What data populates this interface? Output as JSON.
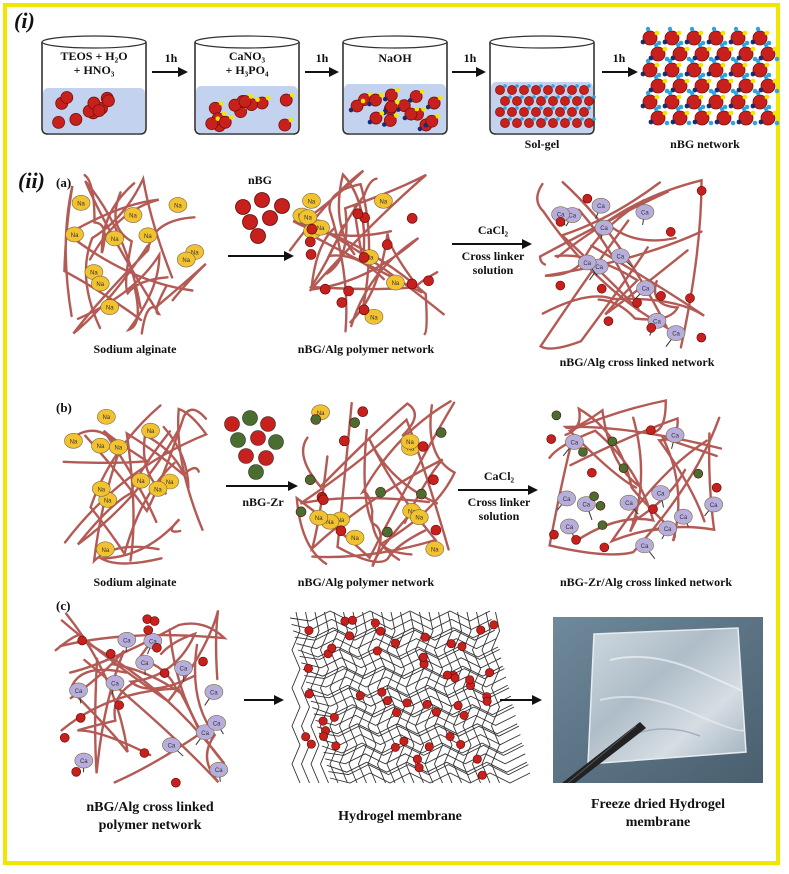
{
  "colors": {
    "border": "#f2e600",
    "chain": "#b45a55",
    "sodium": "#f2c230",
    "calcium": "#b8aede",
    "nbg": "#c8201c",
    "zr": "#4a6e30",
    "liquid": "#c3d3ef",
    "phosphate": "#2ba6df"
  },
  "sections": {
    "i": "(i)",
    "ii": "(ii)",
    "a": "(a)",
    "b": "(b)",
    "c": "(c)"
  },
  "beakers": {
    "b1": {
      "line1": "TEOS + H₂O",
      "line2": "+ HNO₃"
    },
    "b2": {
      "line1": "CaNO₃",
      "line2": "+ H₃PO₄"
    },
    "b3": {
      "line1": "NaOH"
    },
    "step": "1h",
    "solgel": "Sol-gel",
    "network": "nBG network"
  },
  "a": {
    "left": "Sodium alginate",
    "arrow1": "nBG",
    "middle": "nBG/Alg polymer network",
    "arrow2_l1": "CaCl₂",
    "arrow2_l2": "Cross linker",
    "arrow2_l3": "solution",
    "right": "nBG/Alg cross linked network"
  },
  "b": {
    "left": "Sodium alginate",
    "arrow1": "nBG-Zr",
    "middle": "nBG/Alg polymer network",
    "arrow2_l1": "CaCl₂",
    "arrow2_l2": "Cross linker",
    "arrow2_l3": "solution",
    "right": "nBG-Zr/Alg cross linked network"
  },
  "c": {
    "left_l1": "nBG/Alg cross linked",
    "left_l2": "polymer network",
    "middle": "Hydrogel membrane",
    "right_l1": "Freeze dried Hydrogel",
    "right_l2": "membrane"
  },
  "ions": {
    "na": "Na",
    "ca": "Ca"
  }
}
